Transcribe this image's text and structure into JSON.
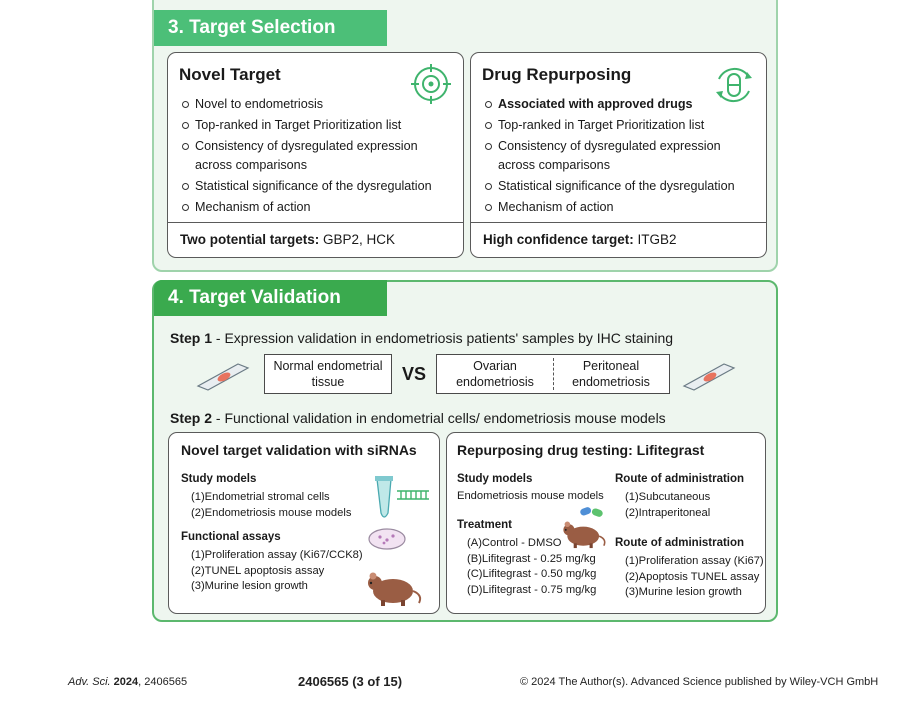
{
  "section3": {
    "title": "3. Target Selection",
    "novel": {
      "title": "Novel Target",
      "bullets": [
        "Novel to endometriosis",
        "Top-ranked in Target Prioritization list",
        "Consistency of dysregulated expression across comparisons",
        "Statistical significance of the dysregulation",
        "Mechanism of action"
      ],
      "footer_label": "Two potential targets:",
      "footer_value": "GBP2, HCK",
      "icon": "target-icon"
    },
    "repurpose": {
      "title": "Drug Repurposing",
      "bullets": [
        "Associated with approved drugs",
        "Top-ranked in Target Prioritization list",
        "Consistency of dysregulated expression across comparisons",
        "Statistical significance of the dysregulation",
        "Mechanism of action"
      ],
      "footer_label": "High confidence target:",
      "footer_value": "ITGB2",
      "icon": "recycle-pill-icon"
    }
  },
  "section4": {
    "title": "4. Target Validation",
    "step1": {
      "label": "Step 1",
      "text": " - Expression validation in endometriosis patients' samples by IHC staining",
      "normal": "Normal endometrial tissue",
      "vs": "VS",
      "ovarian": "Ovarian endometriosis",
      "peritoneal": "Peritoneal endometriosis"
    },
    "step2": {
      "label": "Step 2",
      "text": " - Functional validation in endometrial cells/ endometriosis mouse models"
    },
    "sirna": {
      "title": "Novel target validation with siRNAs",
      "models_h": "Study models",
      "models": [
        "(1)Endometrial stromal cells",
        "(2)Endometriosis mouse models"
      ],
      "assays_h": "Functional assays",
      "assays": [
        "(1)Proliferation assay (Ki67/CCK8)",
        "(2)TUNEL apoptosis assay",
        "(3)Murine lesion growth"
      ]
    },
    "drug": {
      "title": "Repurposing drug testing: Lifitegrast",
      "models_h": "Study models",
      "models": [
        "Endometriosis mouse models"
      ],
      "treatment_h": "Treatment",
      "treatment": [
        "(A)Control - DMSO",
        "(B)Lifitegrast - 0.25 mg/kg",
        "(C)Lifitegrast - 0.50 mg/kg",
        "(D)Lifitegrast - 0.75 mg/kg"
      ],
      "route_h": "Route of administration",
      "route": [
        "(1)Subcutaneous",
        "(2)Intraperitoneal"
      ],
      "route2_h": "Route of administration",
      "route2": [
        "(1)Proliferation assay (Ki67)",
        "(2)Apoptosis TUNEL assay",
        "(3)Murine lesion growth"
      ]
    }
  },
  "footer": {
    "journal": "Adv. Sci.",
    "year": "2024",
    "article": ", 2406565",
    "page": "2406565 (3 of 15)",
    "copyright": "© 2024 The Author(s). Advanced Science published by Wiley-VCH GmbH"
  },
  "colors": {
    "panel_bg": "#eef6ef",
    "header3": "#4cbf78",
    "header4": "#3aaa4e"
  }
}
